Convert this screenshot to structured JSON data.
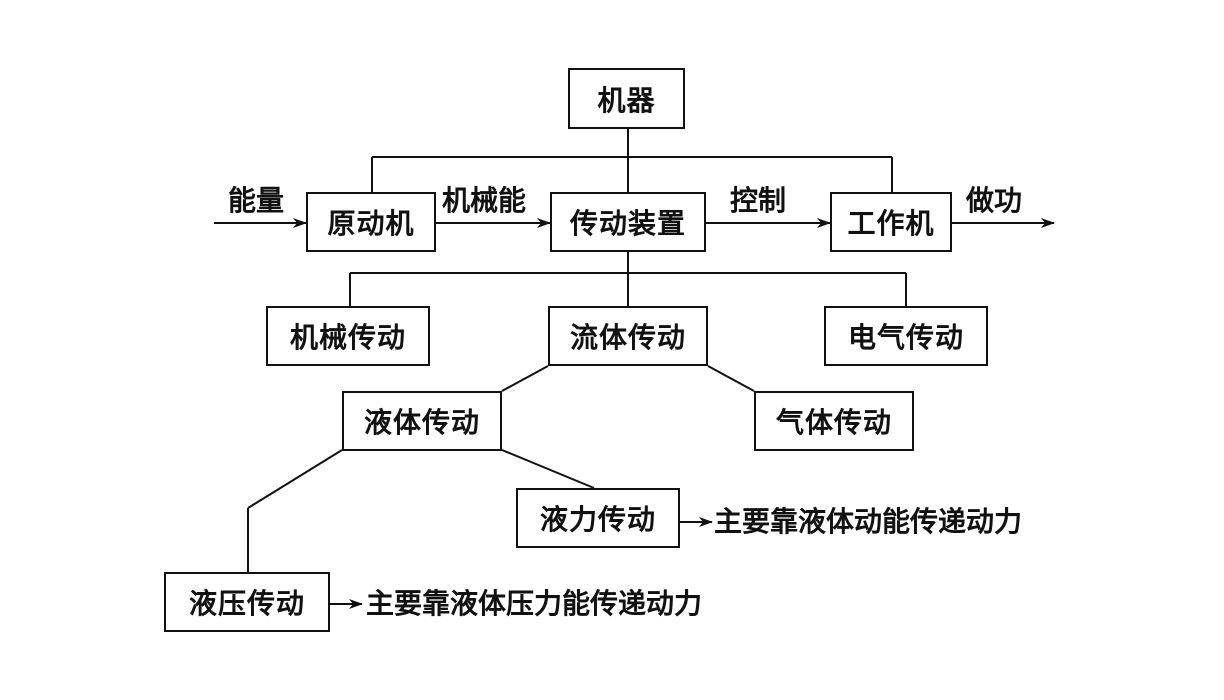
{
  "nodes": {
    "machine": "机器",
    "prime_mover": "原动机",
    "transmission": "传动装置",
    "working_machine": "工作机",
    "mechanical_transmission": "机械传动",
    "fluid_transmission": "流体传动",
    "electrical_transmission": "电气传动",
    "liquid_transmission": "液体传动",
    "gas_transmission": "气体传动",
    "hydrodynamic_transmission": "液力传动",
    "hydraulic_transmission": "液压传动"
  },
  "edge_labels": {
    "energy": "能量",
    "mechanical_energy": "机械能",
    "control": "控制",
    "do_work": "做功"
  },
  "notes": {
    "hydrodynamic": "主要靠液体动能传递动力",
    "hydraulic": "主要靠液体压力能传递动力"
  }
}
